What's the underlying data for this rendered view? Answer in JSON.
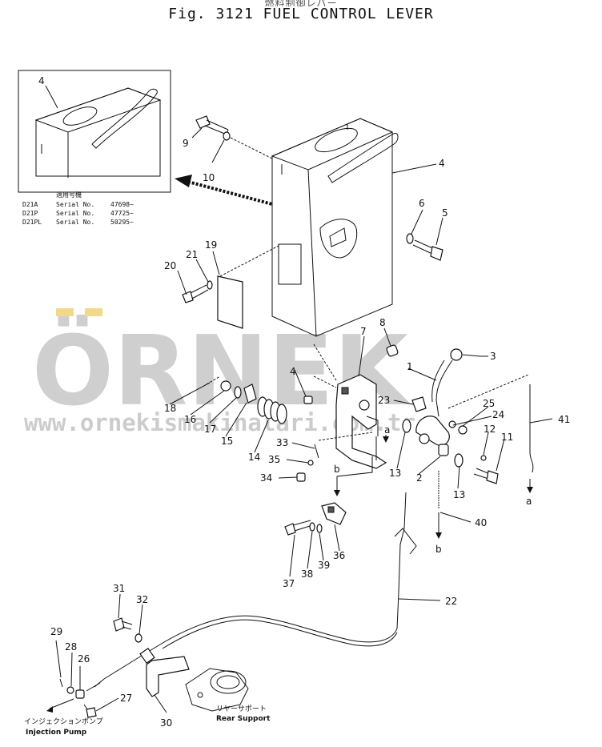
{
  "title": "Fig. 3121 FUEL CONTROL LEVER",
  "title_ja": "燃料制御レバー",
  "inset": {
    "header": "適用号機",
    "rows": [
      {
        "model": "D21A",
        "serial_label": "Serial No.",
        "serial": "47698~"
      },
      {
        "model": "D21P",
        "serial_label": "Serial No.",
        "serial": "47725~"
      },
      {
        "model": "D21PL",
        "serial_label": "Serial No.",
        "serial": "50295~"
      }
    ]
  },
  "watermark": {
    "brand": "ÖRNEK",
    "url": "www.ornekismakinalari.com.tr",
    "color": "#cfcfcf",
    "accent": "#f2d98a"
  },
  "labels": {
    "injection_pump_ja": "インジェクションポンプ",
    "injection_pump_en": "Injection Pump",
    "rear_support_ja": "リヤーサポート",
    "rear_support_en": "Rear Support",
    "ref_a": "a",
    "ref_b": "b"
  },
  "part_numbers": [
    "1",
    "2",
    "3",
    "4",
    "5",
    "6",
    "7",
    "8",
    "9",
    "10",
    "11",
    "12",
    "13",
    "14",
    "15",
    "16",
    "17",
    "18",
    "19",
    "20",
    "21",
    "22",
    "23",
    "24",
    "25",
    "26",
    "27",
    "28",
    "29",
    "30",
    "31",
    "32",
    "33",
    "34",
    "35",
    "36",
    "37",
    "38",
    "39",
    "40",
    "41"
  ],
  "callouts": [
    {
      "n": "4",
      "where": "inset"
    },
    {
      "n": "9"
    },
    {
      "n": "10"
    },
    {
      "n": "4"
    },
    {
      "n": "6"
    },
    {
      "n": "5"
    },
    {
      "n": "19"
    },
    {
      "n": "21"
    },
    {
      "n": "20"
    },
    {
      "n": "8"
    },
    {
      "n": "7"
    },
    {
      "n": "1"
    },
    {
      "n": "3"
    },
    {
      "n": "4"
    },
    {
      "n": "18"
    },
    {
      "n": "16"
    },
    {
      "n": "17"
    },
    {
      "n": "15"
    },
    {
      "n": "14"
    },
    {
      "n": "23"
    },
    {
      "n": "25"
    },
    {
      "n": "24"
    },
    {
      "n": "12"
    },
    {
      "n": "11"
    },
    {
      "n": "41"
    },
    {
      "n": "13"
    },
    {
      "n": "2"
    },
    {
      "n": "13"
    },
    {
      "n": "33"
    },
    {
      "n": "35"
    },
    {
      "n": "34"
    },
    {
      "n": "40"
    },
    {
      "n": "36"
    },
    {
      "n": "37"
    },
    {
      "n": "38"
    },
    {
      "n": "39"
    },
    {
      "n": "22"
    },
    {
      "n": "31"
    },
    {
      "n": "32"
    },
    {
      "n": "29"
    },
    {
      "n": "28"
    },
    {
      "n": "26"
    },
    {
      "n": "27"
    },
    {
      "n": "30"
    }
  ]
}
